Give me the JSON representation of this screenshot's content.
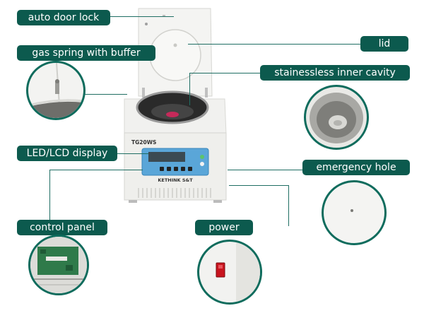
{
  "labels": {
    "auto_door_lock": "auto door lock",
    "gas_spring": "gas spring with buffer",
    "lid": "lid",
    "inner_cavity": "stainessless inner cavity",
    "display": "LED/LCD display",
    "emergency_hole": "emergency hole",
    "control_panel": "control panel",
    "power": "power"
  },
  "device": {
    "model": "TG20WS",
    "brand": "KETHINK S&T"
  },
  "colors": {
    "label_bg": "#0c5a4e",
    "circle_border": "#0f6c5d",
    "panel_blue": "#5aa6d8",
    "power_switch": "#c8141e"
  }
}
